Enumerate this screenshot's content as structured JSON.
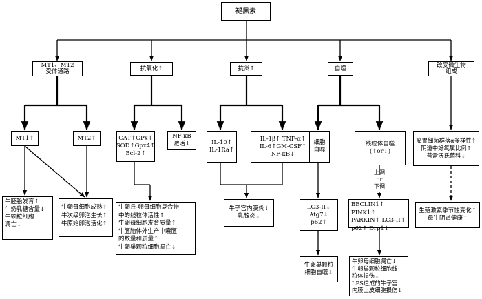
{
  "root": "褪黑素",
  "categories": {
    "receptor": "MT1、MT2\n受体通路",
    "antioxidant": "抗氧化↑",
    "antiinflammatory": "抗炎↑",
    "autophagy": "自噬",
    "microbiota": "改变微生物\n组成"
  },
  "receptor": {
    "mt1": "MT1↑",
    "mt2": "MT2↑",
    "mt1_effects": "牛胚胎发育↑\n牛奶乳糖含量↓\n牛颗粒细胞\n凋亡↓",
    "mt2_effects": "牛卵母细胞成熟↑\n牛次级卵泡生长↑\n牛原始卵泡活化↑"
  },
  "antioxidant": {
    "enzymes": "CAT↑GPx↑\nSOD↑Gpx4↑\nBcl-2↑",
    "nfkb": "NF-κB\n激活↓",
    "effects": "牛卵丘-卵母细胞复合物\n中的线粒体活性↑\n牛卵母细胞发育质量↑\n牛胚胎体外生产中囊胚\n的数量和质量↑\n牛卵巢颗粒细胞凋亡↓"
  },
  "antiinflammatory": {
    "anti_cytokines": "IL-10↑\nIL-1Ra↑",
    "pro_cytokines": "IL-1β↑ TNF-α↑\nIL-6↑GM-CSF↑\nNF-κB↓",
    "effects": "牛子宫内膜炎↓\n乳腺炎↓"
  },
  "autophagy": {
    "cell": "细胞\n自噬",
    "mito": "线粒体自噬\n(↑or↓)",
    "regulation": "上调\nor\n下调",
    "cell_markers": "LC3-II↓\nAtg7↓\np62↑",
    "cell_effect": "牛卵巢颗粒\n细胞自噬↓",
    "mito_markers": "BECLIN1↑ PINK1↑\nPARKIN↑ LC3-II↑\np62↑ Drp1↓",
    "mito_effects": "牛卵母细胞凋亡↓\n牛卵巢颗粒细胞线\n粒体损伤↓\nLPS造成的牛子宫\n内膜上皮细胞损伤↓"
  },
  "microbiota": {
    "changes": "瘤胃细菌群落α多样性↑\n阴道中好氧属比例↑\n普雷沃氏菌科↓",
    "effects": "生殖激素季节性变化↑\n母牛阴道健康↑"
  }
}
